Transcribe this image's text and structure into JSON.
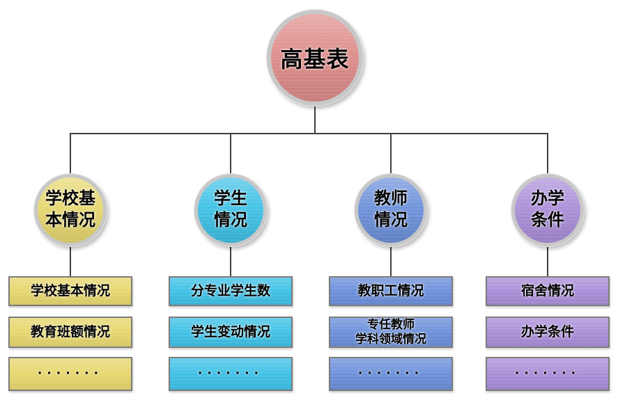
{
  "diagram": {
    "root": {
      "label": "高基表",
      "fill": "#de8c89"
    },
    "branches": [
      {
        "name": "school-basic",
        "circle_label": "学校基\n本情况",
        "fill": "#e6d76f",
        "items": [
          "学校基本情况",
          "教育班额情况",
          "·······"
        ]
      },
      {
        "name": "students",
        "circle_label": "学生\n情况",
        "fill": "#3fc1e6",
        "items": [
          "分专业学生数",
          "学生变动情况",
          "·······"
        ]
      },
      {
        "name": "teachers",
        "circle_label": "教师\n情况",
        "fill": "#6c90da",
        "items": [
          "教职工情况",
          "专任教师\n学科领域情况",
          "·······"
        ]
      },
      {
        "name": "facilities",
        "circle_label": "办学\n条件",
        "fill": "#aa8ed8",
        "items": [
          "宿舍情况",
          "办学条件",
          "·······"
        ]
      }
    ],
    "connector_color": "#3f3f3f",
    "ring_color": "#c8c8c8",
    "box_border_color": "#7b7b7b"
  }
}
